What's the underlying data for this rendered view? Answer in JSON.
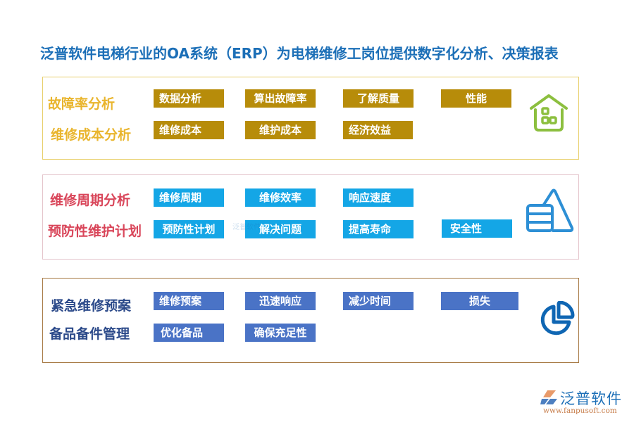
{
  "title": "泛普软件电梯行业的OA系统（ERP）为电梯维修工岗位提供数字化分析、决策报表",
  "colors": {
    "title": "#1c6fb7",
    "section1_label": "#e9b52d",
    "section1_tag": "#b78c0a",
    "section1_border": "#e8cf6a",
    "section1_icon": "#8cbf3f",
    "section2_label": "#d9465a",
    "section2_tag": "#14a6e6",
    "section2_border": "#e4c4cb",
    "section2_icon": "#2d8fd5",
    "section3_label": "#2c4a8a",
    "section3_tag": "#4a73c6",
    "section3_border": "#a77a45",
    "section3_icon": "#0f66b3"
  },
  "sections": [
    {
      "icon": "house-icon",
      "rows": [
        {
          "label": "故障率分析",
          "tags": [
            "数据分析",
            "算出故障率",
            "了解质量",
            "性能"
          ]
        },
        {
          "label": "维修成本分析",
          "tags": [
            "维修成本",
            "维护成本",
            "经济效益"
          ]
        }
      ]
    },
    {
      "icon": "pyramid-stack-icon",
      "rows": [
        {
          "label": "维修周期分析",
          "tags": [
            "维修周期",
            "维修效率",
            "响应速度"
          ]
        },
        {
          "label": "预防性维护计划",
          "tags": [
            "预防性计划",
            "解决问题",
            "提高寿命",
            "安全性"
          ]
        }
      ]
    },
    {
      "icon": "pie-chart-icon",
      "rows": [
        {
          "label": "紧急维修预案",
          "tags": [
            "维修预案",
            "迅速响应",
            "减少时间",
            "损失"
          ]
        },
        {
          "label": "备品备件管理",
          "tags": [
            "优化备品",
            "确保充足性"
          ]
        }
      ]
    }
  ],
  "watermark": "泛普软件",
  "logo": {
    "name": "泛普软件",
    "url": "www.fanpusoft.com"
  }
}
